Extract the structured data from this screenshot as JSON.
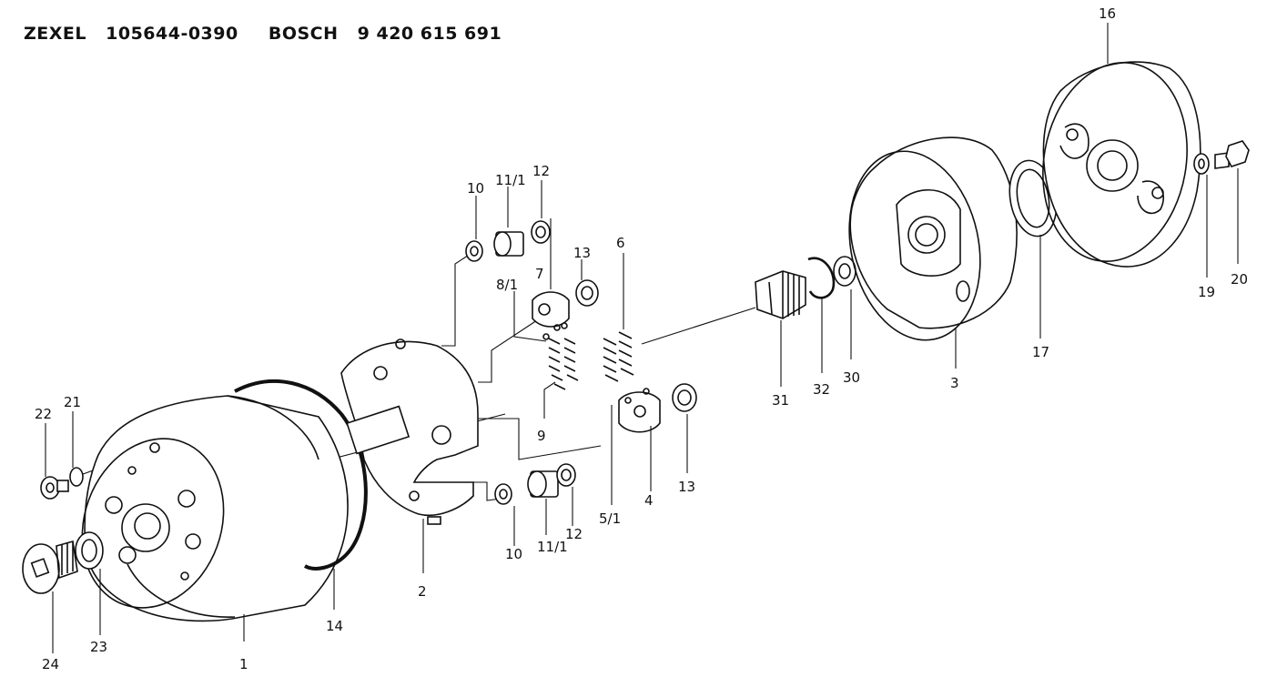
{
  "header": {
    "brand1": "ZEXEL",
    "part1": "105644-0390",
    "brand2": "BOSCH",
    "part2": "9 420 615 691"
  },
  "callouts": {
    "c1": "1",
    "c2": "2",
    "c3": "3",
    "c4": "4",
    "c5_1": "5/1",
    "c6": "6",
    "c7": "7",
    "c8_1": "8/1",
    "c9": "9",
    "c10a": "10",
    "c10b": "10",
    "c11_1a": "11/1",
    "c11_1b": "11/1",
    "c12a": "12",
    "c12b": "12",
    "c13a": "13",
    "c13b": "13",
    "c14": "14",
    "c16": "16",
    "c17": "17",
    "c19": "19",
    "c20": "20",
    "c21": "21",
    "c22": "22",
    "c23": "23",
    "c24": "24",
    "c30": "30",
    "c31": "31",
    "c32": "32"
  }
}
